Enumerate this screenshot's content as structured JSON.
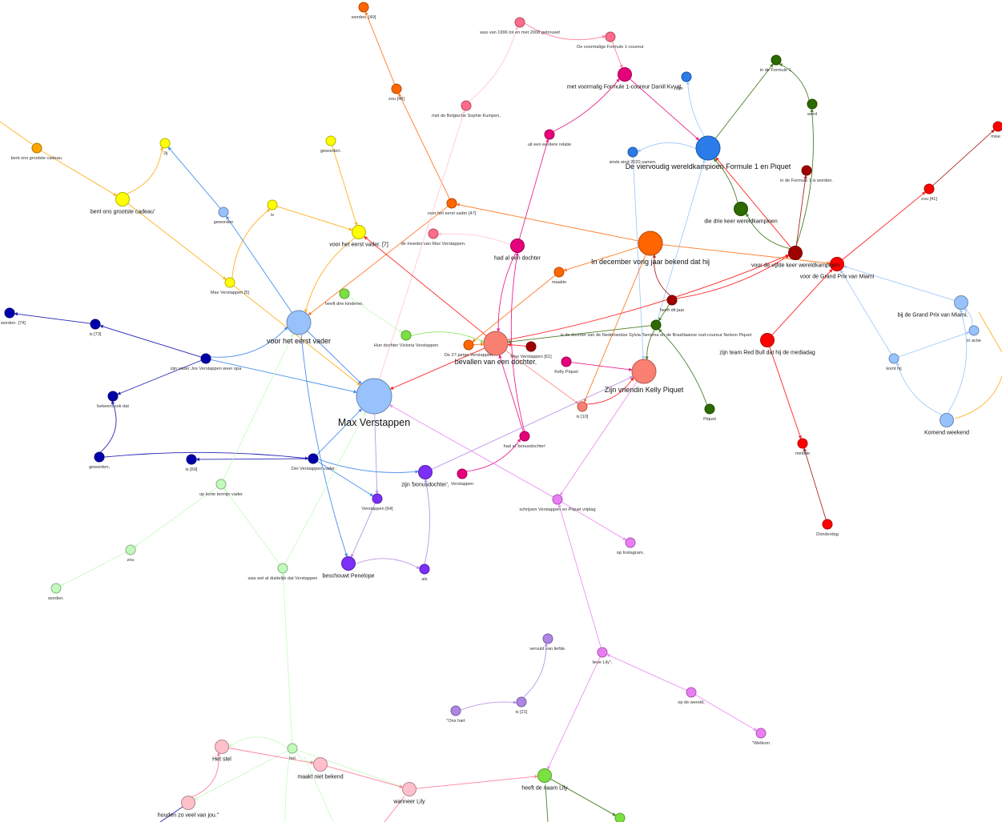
{
  "colors": {
    "orange": "#ff6600",
    "lightorange": "#ffa500",
    "yellow": "#ffff00",
    "lightblue": "#97c2fc",
    "blue": "#2b7ce9",
    "darkblue": "#0000aa",
    "red": "#ff0000",
    "darkred": "#a00000",
    "magenta": "#e6007a",
    "pink": "#ff6b8a",
    "lightpink": "#ffc0cb",
    "salmon": "#fa8072",
    "darkgreen": "#2d6a00",
    "green": "#7be141",
    "lightgreen": "#c2fabc",
    "purple": "#7b2ff7",
    "lightpurple": "#ad85e4",
    "violet": "#eb7df4"
  },
  "nodes": [
    {
      "id": "n1",
      "label": "worden. [49]",
      "size": "s",
      "color": "orange"
    },
    {
      "id": "n2",
      "label": "zou [48]",
      "size": "s",
      "color": "orange"
    },
    {
      "id": "n3",
      "label": "was van 1996 tot en met 2008 getrouwd",
      "size": "s",
      "color": "pink"
    },
    {
      "id": "n4",
      "label": "De voormalige Formule 1-coureur",
      "size": "s",
      "color": "pink"
    },
    {
      "id": "n5",
      "label": "met de Belgische Sophie Kumpen,",
      "size": "s",
      "color": "pink"
    },
    {
      "id": "n6",
      "label": "met voormalig Formule 1-coureur Daniil Kvyat.",
      "size": "m",
      "color": "magenta"
    },
    {
      "id": "n7",
      "label": "zijn",
      "size": "s",
      "color": "blue"
    },
    {
      "id": "n8",
      "label": "sinds eind 2020 samen.",
      "size": "s",
      "color": "blue"
    },
    {
      "id": "n9",
      "label": "De viervoudig wereldkampioen Formule 1 en Piquet",
      "size": "l",
      "color": "blue"
    },
    {
      "id": "n10",
      "label": "in de Formule 1.",
      "size": "s",
      "color": "darkgreen"
    },
    {
      "id": "n11",
      "label": "werd",
      "size": "s",
      "color": "darkgreen"
    },
    {
      "id": "n12",
      "label": "in de Formule 1 is worden.",
      "size": "s",
      "color": "darkred"
    },
    {
      "id": "n13",
      "label": "die drie keer wereldkampioen",
      "size": "m",
      "color": "darkgreen"
    },
    {
      "id": "n14",
      "label": "voor de vijfde keer wereldkampioen",
      "size": "m",
      "color": "darkred"
    },
    {
      "id": "n15",
      "label": "voor de Grand Prix van Miami",
      "size": "m",
      "color": "red"
    },
    {
      "id": "n16",
      "label": "zou [41]",
      "size": "s",
      "color": "red"
    },
    {
      "id": "n17",
      "label": "mise",
      "size": "s",
      "color": "red"
    },
    {
      "id": "n18",
      "label": "bent ons grootste cadeau.",
      "size": "s",
      "color": "lightorange"
    },
    {
      "id": "n19",
      "label": "'Jij",
      "size": "s",
      "color": "yellow"
    },
    {
      "id": "n20",
      "label": "bent ons grootste cadeau'",
      "size": "m",
      "color": "yellow"
    },
    {
      "id": "n21",
      "label": "geworden.",
      "size": "s",
      "color": "yellow"
    },
    {
      "id": "n22",
      "label": "geworden",
      "size": "s",
      "color": "lightblue"
    },
    {
      "id": "n23",
      "label": "is",
      "size": "s",
      "color": "yellow"
    },
    {
      "id": "n24",
      "label": "voor het eerst vader. [7]",
      "size": "m",
      "color": "yellow"
    },
    {
      "id": "n25",
      "label": "Max Verstappen [5]",
      "size": "s",
      "color": "yellow"
    },
    {
      "id": "n26",
      "label": "voor het eerst vader [47]",
      "size": "s",
      "color": "orange"
    },
    {
      "id": "n27",
      "label": "de moeder van Max Verstappen.",
      "size": "s",
      "color": "pink"
    },
    {
      "id": "n28",
      "label": "uit een eerdere relatie",
      "size": "s",
      "color": "magenta"
    },
    {
      "id": "n29",
      "label": "had al een dochter",
      "size": "m",
      "color": "magenta"
    },
    {
      "id": "n30",
      "label": "In december vorig jaar bekend dat hij",
      "size": "l",
      "color": "orange"
    },
    {
      "id": "n31",
      "label": "maakte",
      "size": "s",
      "color": "orange"
    },
    {
      "id": "n32",
      "label": "heeft dit jaar",
      "size": "s",
      "color": "darkred"
    },
    {
      "id": "n33",
      "label": "heeft drie kinderen.",
      "size": "s",
      "color": "green"
    },
    {
      "id": "n34",
      "label": "Hun dochter Victoria Verstappen",
      "size": "s",
      "color": "green"
    },
    {
      "id": "n35",
      "label": "voor het eerst vader",
      "size": "l",
      "color": "lightblue"
    },
    {
      "id": "n36",
      "label": "worden. [74]",
      "size": "s",
      "color": "darkblue"
    },
    {
      "id": "n37",
      "label": "is [73]",
      "size": "s",
      "color": "darkblue"
    },
    {
      "id": "n38",
      "label": "zijn vader Jos Verstappen weer opa",
      "size": "s",
      "color": "darkblue"
    },
    {
      "id": "n39",
      "label": "bekeent ook dat",
      "size": "s",
      "color": "darkblue"
    },
    {
      "id": "n40",
      "label": "geworden,",
      "size": "s",
      "color": "darkblue"
    },
    {
      "id": "n41",
      "label": "is [69]",
      "size": "s",
      "color": "darkblue"
    },
    {
      "id": "n42",
      "label": "Deï Verstappen vader",
      "size": "s",
      "color": "darkblue"
    },
    {
      "id": "n43",
      "label": "Max Verstappen",
      "size": "xl",
      "color": "lightblue"
    },
    {
      "id": "n44",
      "label": "De 27-jarige Verstappen",
      "size": "s",
      "color": "orange"
    },
    {
      "id": "n45",
      "label": "bevallen van een dochter.",
      "size": "l",
      "color": "salmon"
    },
    {
      "id": "n46",
      "label": "Max Verstappen [61]",
      "size": "s",
      "color": "darkred"
    },
    {
      "id": "n47",
      "label": "is de dochter van de Nederlandse Sylvia Tamsma en de Braziliaanse oud-coureur Nelson Piquet",
      "size": "s",
      "color": "darkgreen"
    },
    {
      "id": "n48",
      "label": "Kelly Piquet",
      "size": "s",
      "color": "magenta"
    },
    {
      "id": "n49",
      "label": "Zijn vriendin Kelly Piquet",
      "size": "l",
      "color": "salmon"
    },
    {
      "id": "n50",
      "label": "Piquet",
      "size": "s",
      "color": "darkgreen"
    },
    {
      "id": "n51",
      "label": "is [10]",
      "size": "s",
      "color": "salmon"
    },
    {
      "id": "n52",
      "label": "zijn team Red Bull dat hij de mediadag",
      "size": "m",
      "color": "red"
    },
    {
      "id": "n53",
      "label": "had al 'bonusdochter'",
      "size": "s",
      "color": "magenta"
    },
    {
      "id": "n54",
      "label": "Verstappen",
      "size": "s",
      "color": "magenta"
    },
    {
      "id": "n55",
      "label": "zijn 'bonusdochter',",
      "size": "m",
      "color": "purple"
    },
    {
      "id": "n56",
      "label": "Verstappen [64]",
      "size": "s",
      "color": "purple"
    },
    {
      "id": "n57",
      "label": "beschouwt Penelope",
      "size": "m",
      "color": "purple"
    },
    {
      "id": "n58",
      "label": "als",
      "size": "s",
      "color": "purple"
    },
    {
      "id": "n59",
      "label": "op korte termijn vader",
      "size": "s",
      "color": "lightgreen"
    },
    {
      "id": "n60",
      "label": "zou",
      "size": "s",
      "color": "lightgreen"
    },
    {
      "id": "n61",
      "label": "worden.",
      "size": "s",
      "color": "lightgreen"
    },
    {
      "id": "n62",
      "label": "was wel al duidelijk dat Verstappen",
      "size": "s",
      "color": "lightgreen"
    },
    {
      "id": "n63",
      "label": "schrijven Verstappen en Piquet vrijdag",
      "size": "s",
      "color": "violet"
    },
    {
      "id": "n64",
      "label": "op Instagram.",
      "size": "s",
      "color": "violet"
    },
    {
      "id": "n65",
      "label": "meldde",
      "size": "s",
      "color": "red"
    },
    {
      "id": "n66",
      "label": "Donderdag",
      "size": "s",
      "color": "red"
    },
    {
      "id": "n67",
      "label": "bij de Grand Prix van Miami.",
      "size": "m",
      "color": "lightblue"
    },
    {
      "id": "n68",
      "label": "in actie",
      "size": "s",
      "color": "lightblue"
    },
    {
      "id": "n69",
      "label": "komt hij",
      "size": "s",
      "color": "lightblue"
    },
    {
      "id": "n70",
      "label": "Komend weekend",
      "size": "m",
      "color": "lightblue"
    },
    {
      "id": "n71",
      "label": "vervuld van liefde.",
      "size": "s",
      "color": "lightpurple"
    },
    {
      "id": "n72",
      "label": "is [21]",
      "size": "s",
      "color": "lightpurple"
    },
    {
      "id": "n73",
      "label": "\"Ons hart",
      "size": "s",
      "color": "lightpurple"
    },
    {
      "id": "n74",
      "label": "lieve Lily\",",
      "size": "s",
      "color": "violet"
    },
    {
      "id": "n75",
      "label": "op de wereld,",
      "size": "s",
      "color": "violet"
    },
    {
      "id": "n76",
      "label": "\"Welkom",
      "size": "s",
      "color": "violet"
    },
    {
      "id": "n77",
      "label": "Het stel",
      "size": "m",
      "color": "lightpink"
    },
    {
      "id": "n78",
      "label": "het",
      "size": "s",
      "color": "lightgreen"
    },
    {
      "id": "n79",
      "label": "maakt niet bekend",
      "size": "m",
      "color": "lightpink"
    },
    {
      "id": "n80",
      "label": "wanneer Lily",
      "size": "m",
      "color": "lightpink"
    },
    {
      "id": "n81",
      "label": "heeft de naam Lily",
      "size": "m",
      "color": "green"
    },
    {
      "id": "n82",
      "label": "houden zo veel van jou.\"",
      "size": "m",
      "color": "lightpink"
    },
    {
      "id": "n83",
      "label": "",
      "size": "s",
      "color": "green"
    }
  ]
}
